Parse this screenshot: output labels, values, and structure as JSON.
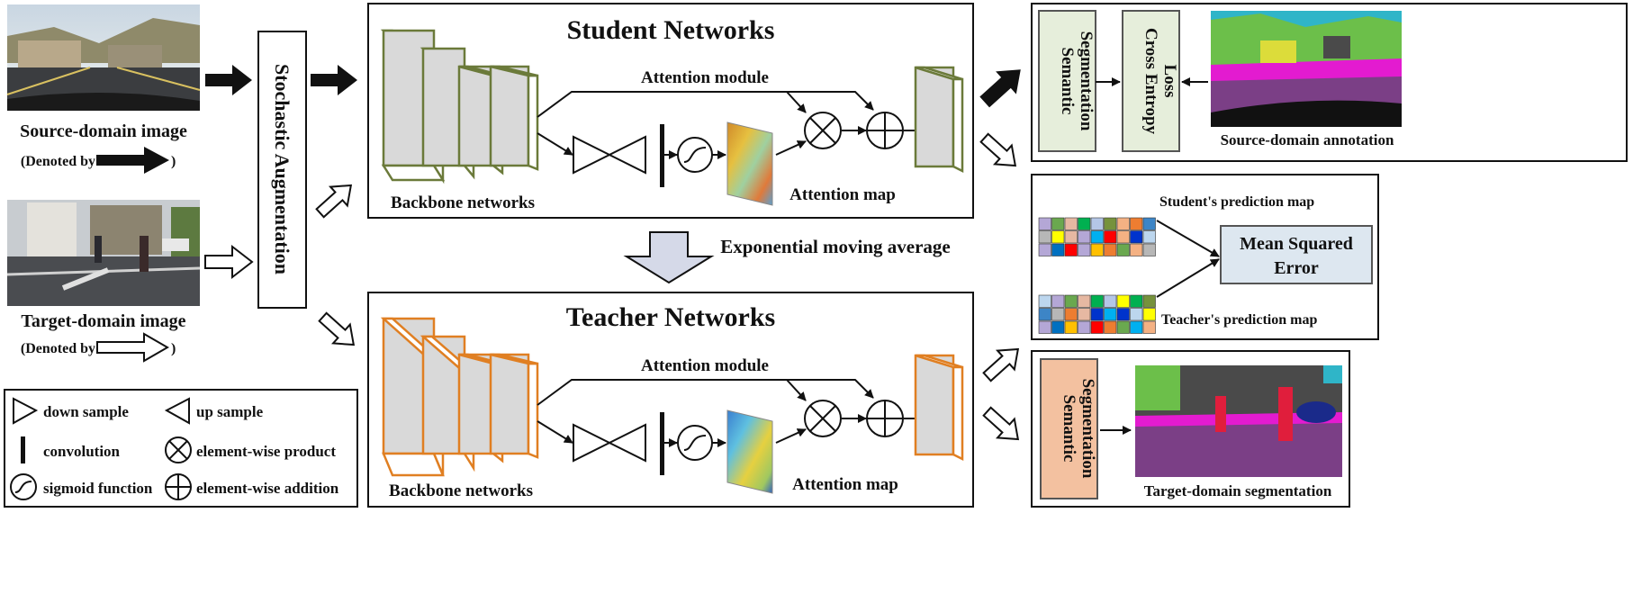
{
  "source": {
    "label": "Source-domain image",
    "denoted_prefix": "(Denoted by",
    "denoted_suffix": ")"
  },
  "target": {
    "label": "Target-domain image",
    "denoted_prefix": "(Denoted by",
    "denoted_suffix": ")"
  },
  "augmentation": {
    "label": "Stochastic Augmentation"
  },
  "student": {
    "title": "Student Networks",
    "attention_module": "Attention module",
    "backbone": "Backbone networks",
    "attention_map": "Attention map"
  },
  "teacher": {
    "title": "Teacher Networks",
    "attention_module": "Attention module",
    "backbone": "Backbone networks",
    "attention_map": "Attention map"
  },
  "ema": {
    "label": "Exponential moving average"
  },
  "legend": {
    "down_sample": "down sample",
    "up_sample": "up sample",
    "convolution": "convolution",
    "element_product": "element-wise product",
    "sigmoid": "sigmoid function",
    "element_addition": "element-wise addition"
  },
  "top_right": {
    "semseg_line1": "Semantic",
    "semseg_line2": "Segmentation",
    "ce_line1": "Cross Entropy",
    "ce_line2": "Loss",
    "annotation": "Source-domain annotation"
  },
  "mid_right": {
    "student_pred": "Student's prediction map",
    "teacher_pred": "Teacher's prediction map",
    "mse_line1": "Mean Squared",
    "mse_line2": "Error"
  },
  "bottom_right": {
    "semseg_line1": "Semantic",
    "semseg_line2": "Segmentation",
    "target_seg": "Target-domain segmentation"
  },
  "colors": {
    "student_block": "#6b7a3a",
    "teacher_block": "#e07f22",
    "ema_arrow": "#d5d9e8",
    "semseg_green": "#e6eedb",
    "semseg_orange": "#f3c1a0",
    "mse_fill": "#dde7f0",
    "seg_purple": "#7b3f86",
    "seg_magenta": "#e31bd0"
  },
  "student_grid_colors": [
    "#b4a7d6",
    "#6aa84f",
    "#e6b8a2",
    "#00b050",
    "#b4c6e7",
    "#76923c",
    "#f4b183",
    "#ed7d31",
    "#3d85c6",
    "#b7b7b7",
    "#ffff00",
    "#e6b8a2",
    "#b4a7d6",
    "#00b0f0",
    "#ff0000",
    "#f4b183",
    "#0033cc",
    "#bcd6ee",
    "#b4a7d6",
    "#0070c0",
    "#ff0000",
    "#b4a7d6",
    "#ffc000",
    "#ed7d31",
    "#6aa84f",
    "#f4b183",
    "#b7b7b7"
  ],
  "teacher_grid_colors": [
    "#bcd6ee",
    "#b4a7d6",
    "#6aa84f",
    "#e6b8a2",
    "#00b050",
    "#b4c6e7",
    "#ffff00",
    "#00b050",
    "#76923c",
    "#3d85c6",
    "#b7b7b7",
    "#ed7d31",
    "#e6b8a2",
    "#0033cc",
    "#00b0f0",
    "#0033cc",
    "#bcd6ee",
    "#ffff00",
    "#b4a7d6",
    "#0070c0",
    "#ffc000",
    "#b4a7d6",
    "#ff0000",
    "#ed7d31",
    "#6aa84f",
    "#00b0f0",
    "#f4b183"
  ]
}
